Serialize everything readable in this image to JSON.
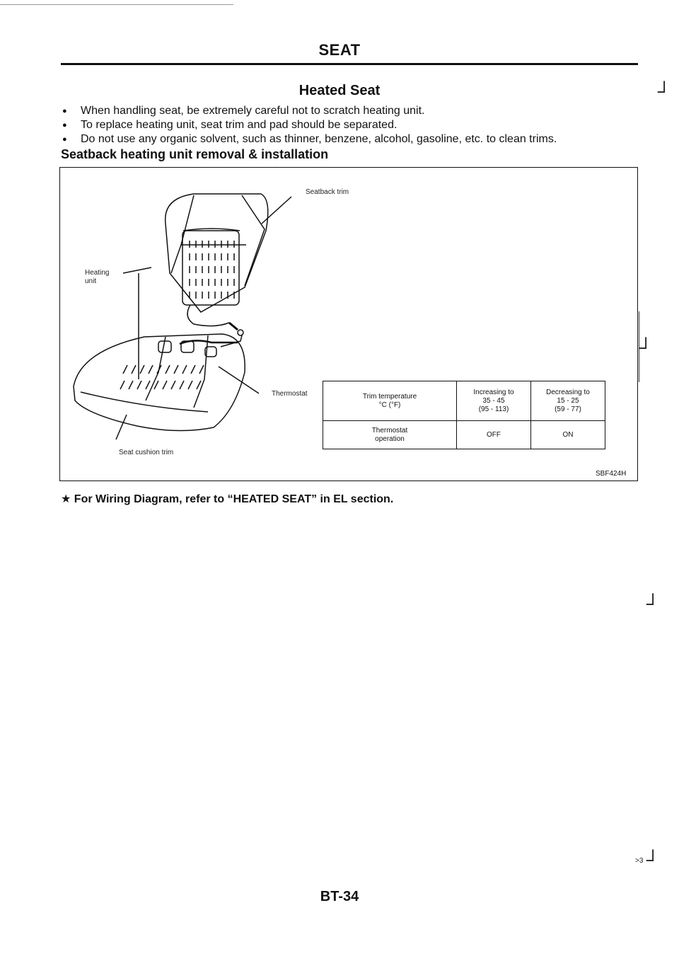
{
  "header": {
    "section": "SEAT"
  },
  "subtitle": "Heated Seat",
  "bullets": [
    "When handling seat, be extremely careful not to scratch heating unit.",
    "To replace heating unit, seat trim and pad should be separated.",
    "Do not use any organic solvent, such as thinner, benzene, alcohol, gasoline, etc. to clean trims."
  ],
  "procedure_heading": "Seatback heating unit removal & installation",
  "figure": {
    "callouts": {
      "seatback_trim": "Seatback trim",
      "heating_unit_line1": "Heating",
      "heating_unit_line2": "unit",
      "thermostat": "Thermostat",
      "seat_cushion_trim": "Seat cushion trim"
    },
    "table": {
      "row1": {
        "label_line1": "Trim temperature",
        "label_line2": "°C (°F)",
        "col1_line1": "Increasing to",
        "col1_line2": "35 - 45",
        "col1_line3": "(95 - 113)",
        "col2_line1": "Decreasing to",
        "col2_line2": "15 - 25",
        "col2_line3": "(59 - 77)"
      },
      "row2": {
        "label_line1": "Thermostat",
        "label_line2": "operation",
        "col1": "OFF",
        "col2": "ON"
      }
    },
    "figure_id": "SBF424H"
  },
  "note": "★  For Wiring Diagram, refer to “HEATED SEAT” in EL section.",
  "footer": {
    "page_number": "BT-34",
    "margin_mark": ">3"
  }
}
